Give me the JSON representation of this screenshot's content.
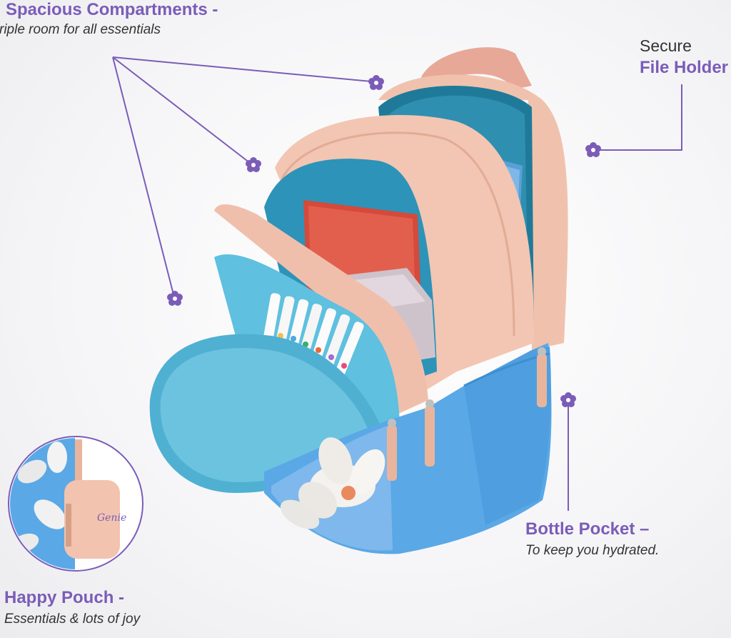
{
  "callouts": {
    "compartments": {
      "title": "Spacious Compartments -",
      "subtitle": "riple room for all essentials"
    },
    "file_holder": {
      "line1": "Secure",
      "line2": "File Holder"
    },
    "bottle_pocket": {
      "title": "Bottle Pocket –",
      "subtitle": "To keep you hydrated."
    },
    "happy_pouch": {
      "title": "Happy Pouch -",
      "subtitle": "Essentials & lots of joy"
    }
  },
  "pouch_logo_text": "Genie",
  "colors": {
    "accent_purple": "#7b5cb8",
    "backpack_peach": "#f0c2ad",
    "backpack_blue": "#5aa8e6",
    "interior_teal": "#4aa3c4"
  }
}
